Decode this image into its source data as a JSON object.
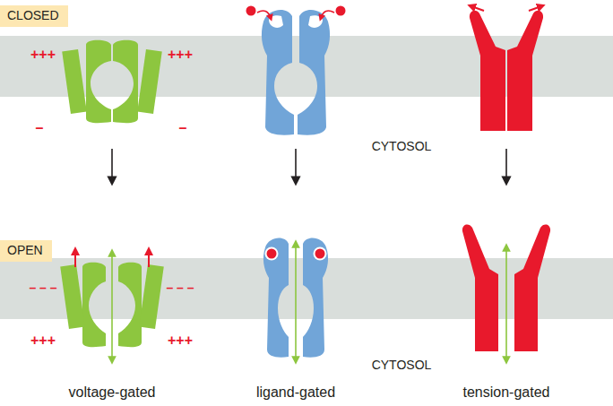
{
  "diagram": {
    "nodes": [
      {
        "text": [
          "CLOSED"
        ]
      },
      {
        "text": [
          "OPEN"
        ]
      }
    ],
    "labels": [
      "+++",
      "+++",
      "–",
      "–",
      "CYTOSOL",
      "– – –",
      "– – –",
      "+++",
      "+++",
      "CYTOSOL",
      "voltage-gated",
      "ligand-gated",
      "tension-gated"
    ]
  }
}
